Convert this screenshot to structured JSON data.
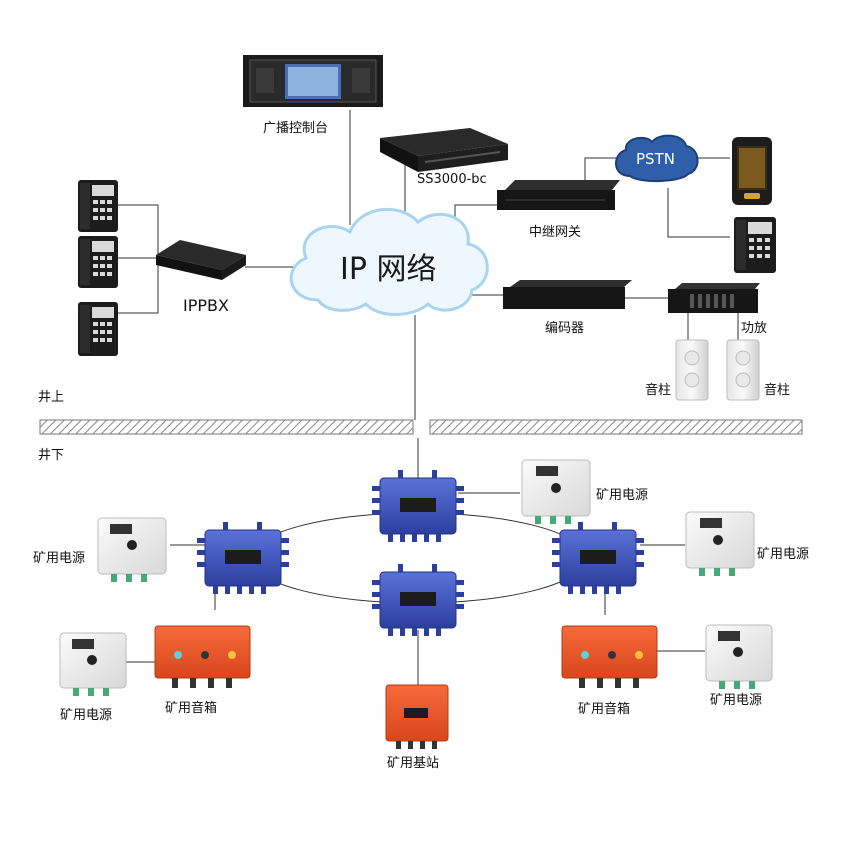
{
  "labels": {
    "console": "广播控制台",
    "ss3000": "SS3000-bc",
    "ip_network": "IP 网络",
    "pstn": "PSTN",
    "trunk_gateway": "中继网关",
    "ippbx": "IPPBX",
    "encoder": "编码器",
    "amplifier": "功放",
    "column_speaker_left": "音柱",
    "column_speaker_right": "音柱",
    "above_ground": "井上",
    "underground": "井下",
    "mine_power_top_right": "矿用电源",
    "mine_power_left": "矿用电源",
    "mine_power_right": "矿用电源",
    "mine_power_bottom_left": "矿用电源",
    "mine_power_bottom_right": "矿用电源",
    "mine_speaker_left": "矿用音箱",
    "mine_speaker_right": "矿用音箱",
    "mine_base_station": "矿用基站"
  },
  "colors": {
    "cloud_fill": "#eef7fd",
    "cloud_stroke": "#a9d3ef",
    "pstn_fill": "#2f5fa8",
    "switch_blue": "#3f55c0",
    "speaker_orange": "#e8572a",
    "device_black": "#1b1b1b"
  }
}
